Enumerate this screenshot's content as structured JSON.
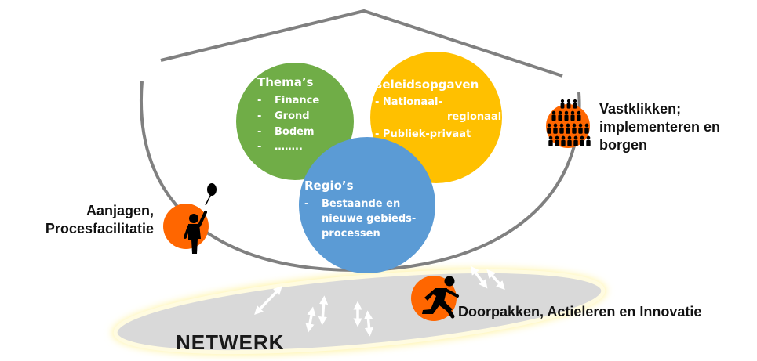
{
  "colors": {
    "green": "#70ad47",
    "yellow": "#ffc000",
    "blue": "#5b9bd5",
    "orange": "#ff6600",
    "network_fill": "#d9d9d9",
    "network_glow": "#fff2a8",
    "house_line": "#808080"
  },
  "circles": {
    "themas": {
      "title": "Thema’s",
      "items": [
        "Finance",
        "Grond",
        "Bodem",
        "…….."
      ]
    },
    "beleid": {
      "title": "Beleidsopgaven",
      "items": [
        "- Nationaal-",
        "regionaal",
        "- Publiek-privaat"
      ]
    },
    "regios": {
      "title": "Regio’s",
      "items": [
        "Bestaande en",
        "nieuwe gebieds-",
        "processen"
      ]
    }
  },
  "labels": {
    "aanjagen": [
      "Aanjagen,",
      "Procesfacilitatie"
    ],
    "vastklikken": [
      "Vastklikken;",
      "implementeren en",
      "borgen"
    ],
    "doorpakken": "Doorpakken, Actieleren en Innovatie",
    "netwerk": "NETWERK"
  },
  "icons": [
    "balloon-person-icon",
    "group-people-icon",
    "running-person-icon",
    "double-arrow-icon"
  ]
}
